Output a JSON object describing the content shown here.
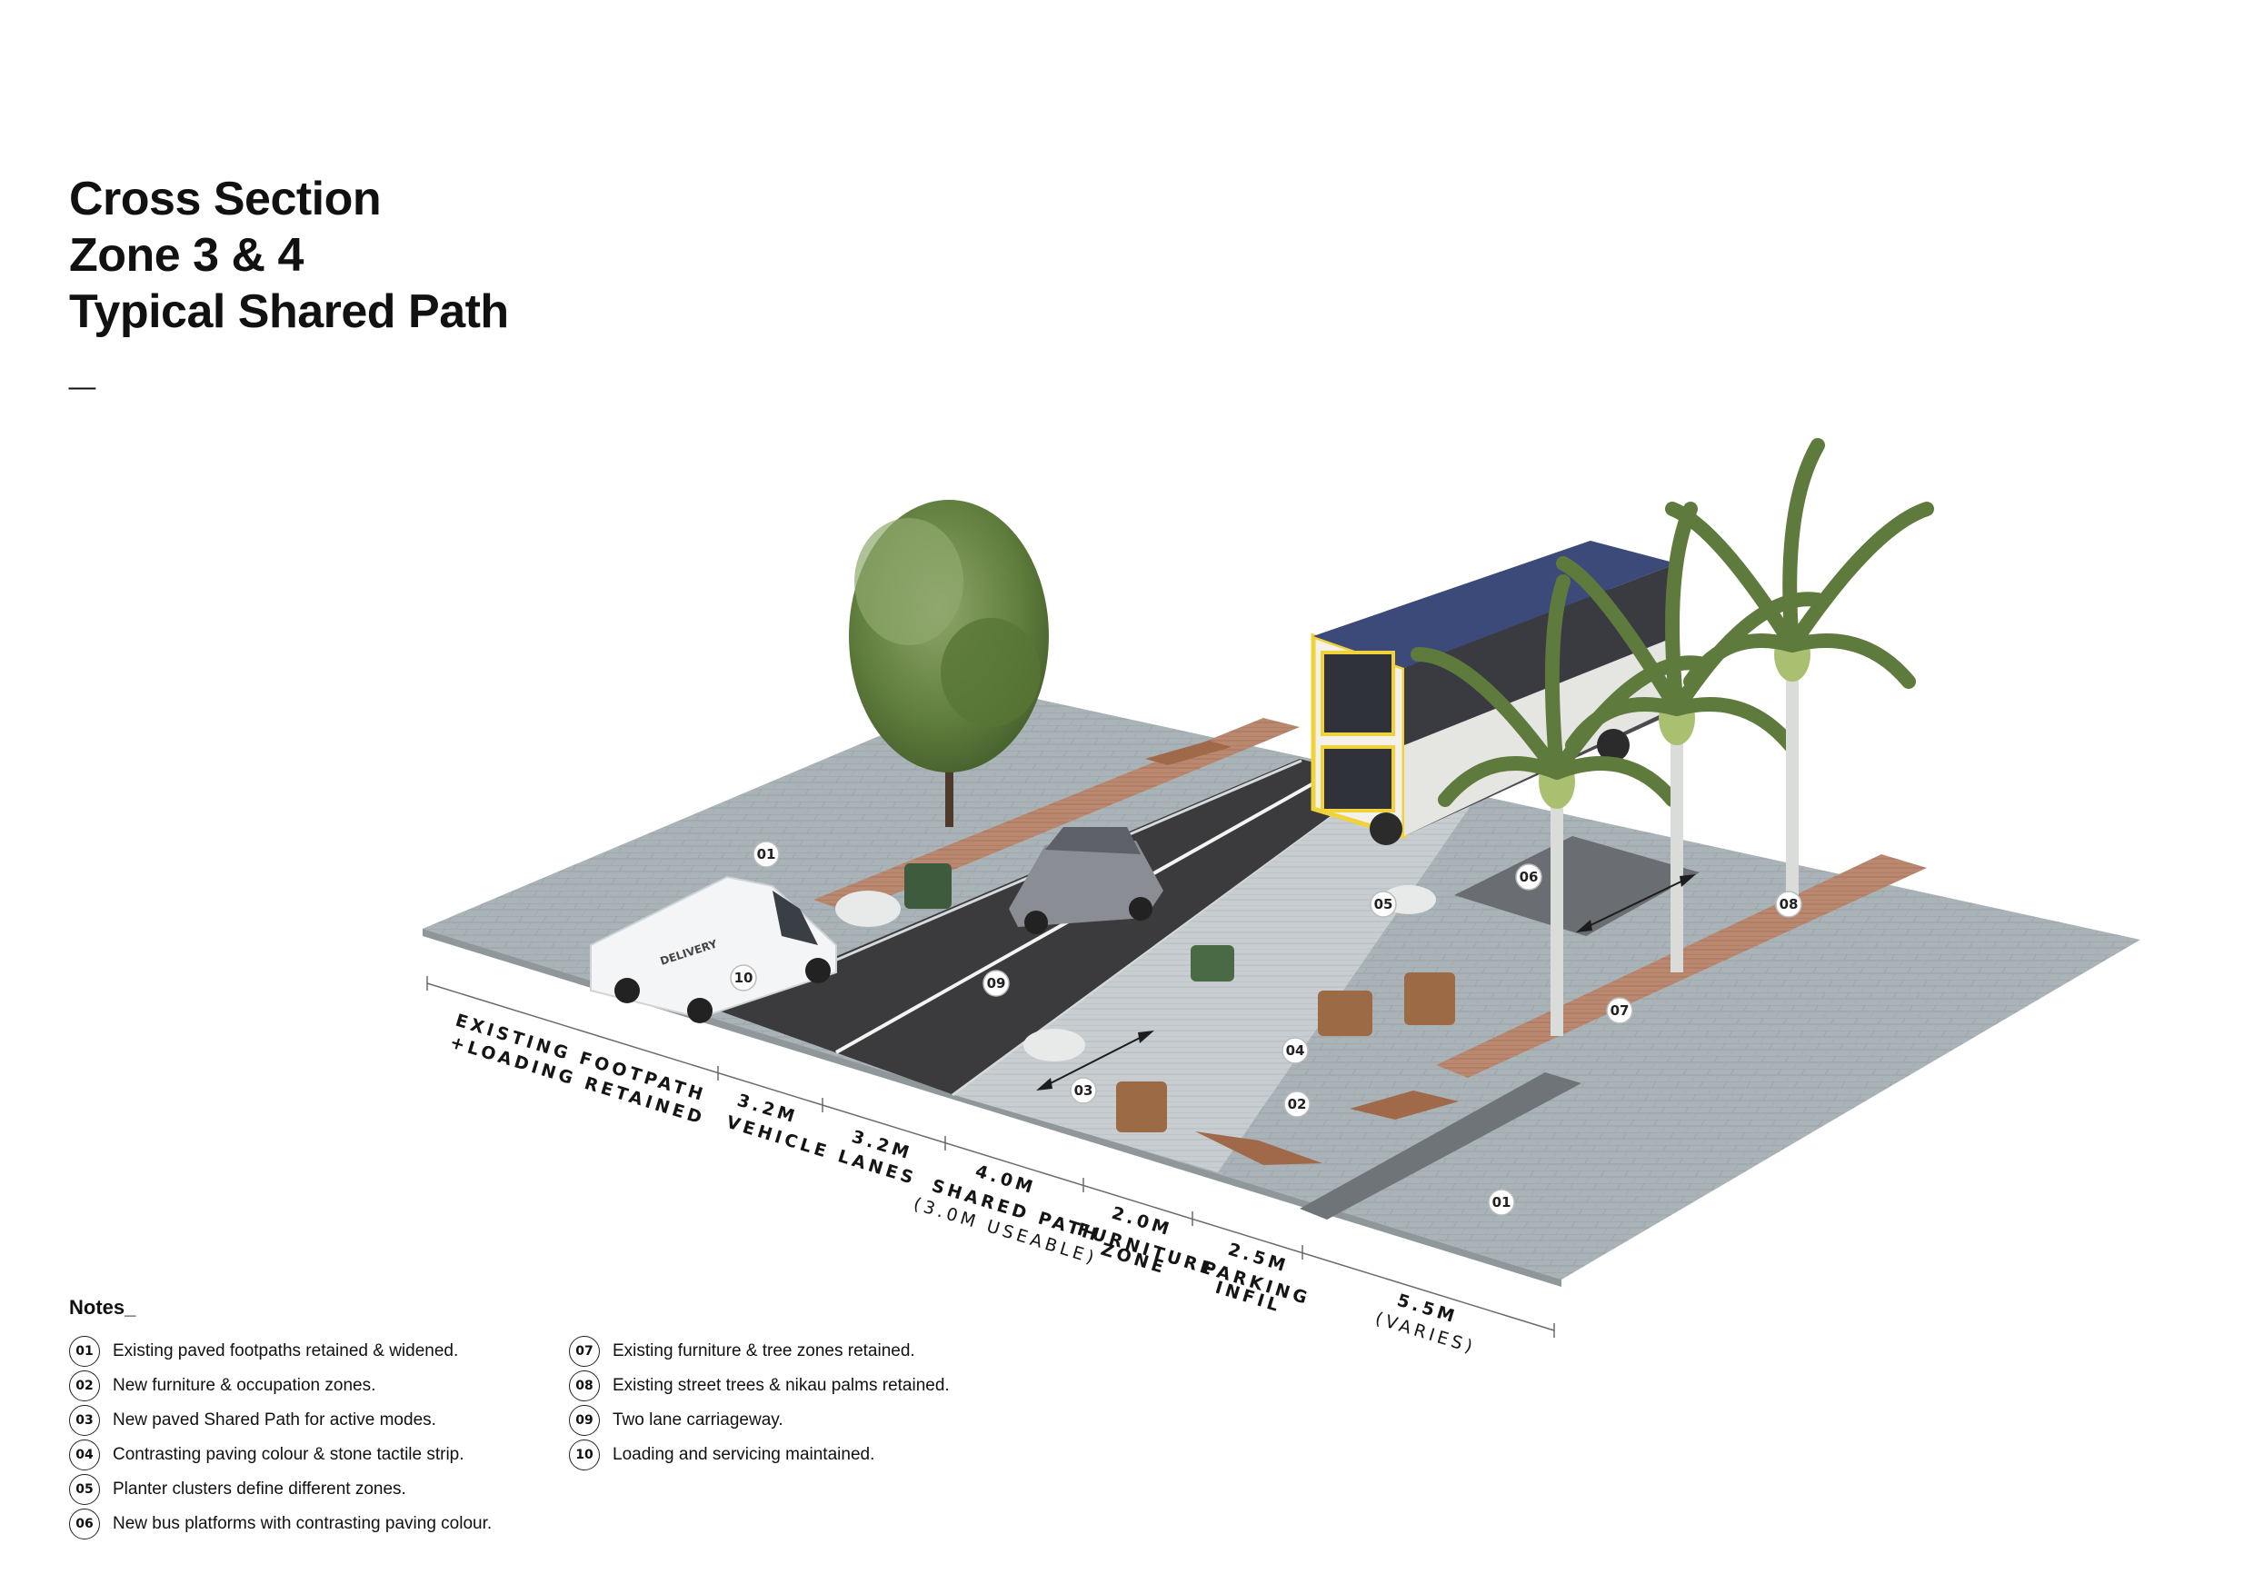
{
  "title": {
    "line1": "Cross Section",
    "line2": "Zone 3 & 4",
    "line3": "Typical Shared Path",
    "dash": "_"
  },
  "dimensions": {
    "footpath_line1": "EXISTING FOOTPATH",
    "footpath_line2": "+LOADING RETAINED",
    "lane_a": "3.2M",
    "lanes_label": "VEHICLE LANES",
    "lane_b": "3.2M",
    "shared_line1": "4.0M",
    "shared_line2": "SHARED PATH",
    "shared_line3": "(3.0M USEABLE)",
    "furniture_line1": "2.0M",
    "furniture_line2": "FURNITURE",
    "furniture_line3": "ZONE",
    "parking_line1": "2.5M",
    "parking_line2": "PARKING",
    "parking_line3": "INFIL",
    "varies_line1": "5.5M",
    "varies_line2": "(VARIES)"
  },
  "callouts": {
    "c01a": "01",
    "c01b": "01",
    "c02": "02",
    "c03": "03",
    "c04": "04",
    "c05": "05",
    "c06": "06",
    "c07": "07",
    "c08": "08",
    "c09": "09",
    "c10": "10"
  },
  "van_label": "DELIVERY",
  "notes": {
    "title": "Notes_",
    "items": [
      {
        "num": "01",
        "text": "Existing paved footpaths retained & widened."
      },
      {
        "num": "02",
        "text": "New furniture & occupation zones."
      },
      {
        "num": "03",
        "text": "New paved Shared Path for active modes."
      },
      {
        "num": "04",
        "text": "Contrasting paving colour & stone tactile strip."
      },
      {
        "num": "05",
        "text": "Planter clusters define different zones."
      },
      {
        "num": "06",
        "text": "New bus platforms with contrasting paving colour."
      },
      {
        "num": "07",
        "text": "Existing furniture & tree zones retained."
      },
      {
        "num": "08",
        "text": "Existing street trees & nikau palms retained."
      },
      {
        "num": "09",
        "text": "Two lane carriageway."
      },
      {
        "num": "10",
        "text": "Loading and servicing maintained."
      }
    ]
  },
  "colors": {
    "paving": "#a9b2b6",
    "road": "#3a3a3c",
    "brick": "#b8866e",
    "bus_accent": "#f0d23a",
    "bus_roof": "#3c4a7a"
  }
}
